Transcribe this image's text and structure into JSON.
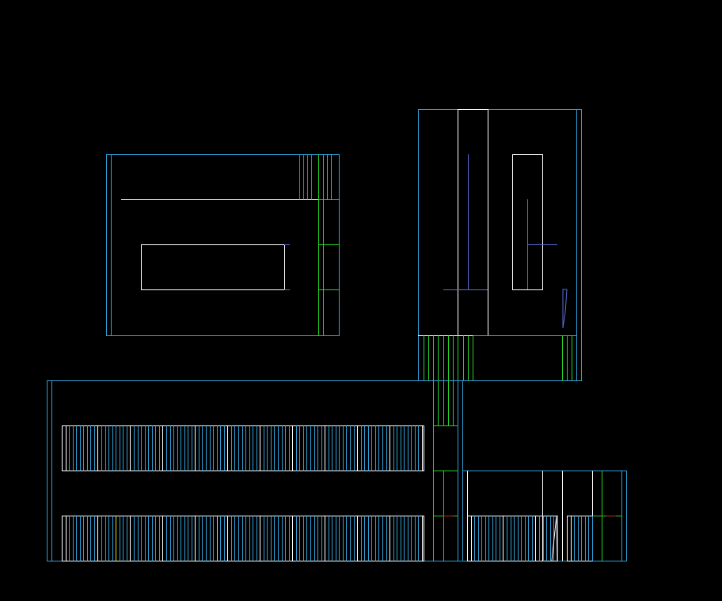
{
  "diagram": {
    "background": "#000000",
    "colors": {
      "frame": "#2f9fd6",
      "wall": "#ffffff",
      "accent": "#22d422",
      "detail": "#5b6bd6",
      "warning": "#e0e000",
      "alert": "#d42020"
    },
    "blocks": [
      {
        "id": "block-upper-left",
        "kind": "room",
        "aisle_count": 0
      },
      {
        "id": "block-upper-right",
        "kind": "room",
        "aisle_count": 0
      },
      {
        "id": "block-lower-left",
        "kind": "rack-hall",
        "aisle_count": 2
      },
      {
        "id": "block-lower-right",
        "kind": "rack-hall",
        "aisle_count": 1
      }
    ]
  }
}
